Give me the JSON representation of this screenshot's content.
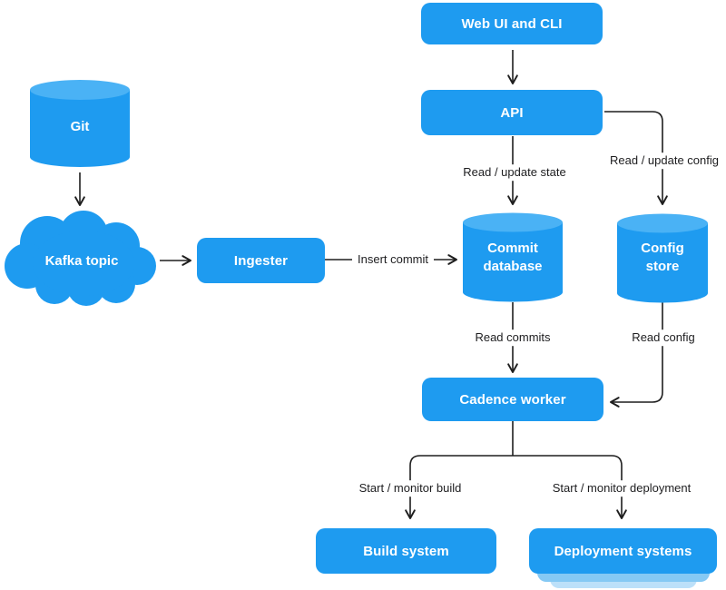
{
  "colors": {
    "node_blue": "#1E9BF0",
    "cylinder_top": "#4AB2F5",
    "stack_mid": "#85C9F4",
    "stack_light": "#BCE0F9",
    "edge_line": "#1e1e1e",
    "edge_label_text": "#1d1d1f",
    "node_text": "#ffffff"
  },
  "nodes": {
    "web_ui": {
      "label": "Web UI and CLI",
      "shape": "rect"
    },
    "api": {
      "label": "API",
      "shape": "rect"
    },
    "git": {
      "label": "Git",
      "shape": "cylinder"
    },
    "kafka_topic": {
      "label": "Kafka topic",
      "shape": "cloud"
    },
    "ingester": {
      "label": "Ingester",
      "shape": "rect"
    },
    "commit_database": {
      "label": "Commit database",
      "shape": "cylinder"
    },
    "config_store": {
      "label": "Config store",
      "shape": "cylinder"
    },
    "cadence_worker": {
      "label": "Cadence worker",
      "shape": "rect"
    },
    "build_system": {
      "label": "Build system",
      "shape": "rect"
    },
    "deployment_systems": {
      "label": "Deployment systems",
      "shape": "rect-stacked"
    }
  },
  "edges": [
    {
      "from": "web_ui",
      "to": "api",
      "label": ""
    },
    {
      "from": "api",
      "to": "commit_database",
      "label": "Read / update state"
    },
    {
      "from": "api",
      "to": "config_store",
      "label": "Read / update config"
    },
    {
      "from": "git",
      "to": "kafka_topic",
      "label": ""
    },
    {
      "from": "kafka_topic",
      "to": "ingester",
      "label": ""
    },
    {
      "from": "ingester",
      "to": "commit_database",
      "label": "Insert commit"
    },
    {
      "from": "commit_database",
      "to": "cadence_worker",
      "label": "Read commits"
    },
    {
      "from": "config_store",
      "to": "cadence_worker",
      "label": "Read config"
    },
    {
      "from": "cadence_worker",
      "to": "build_system",
      "label": "Start / monitor build"
    },
    {
      "from": "cadence_worker",
      "to": "deployment_systems",
      "label": "Start / monitor deployment"
    }
  ]
}
